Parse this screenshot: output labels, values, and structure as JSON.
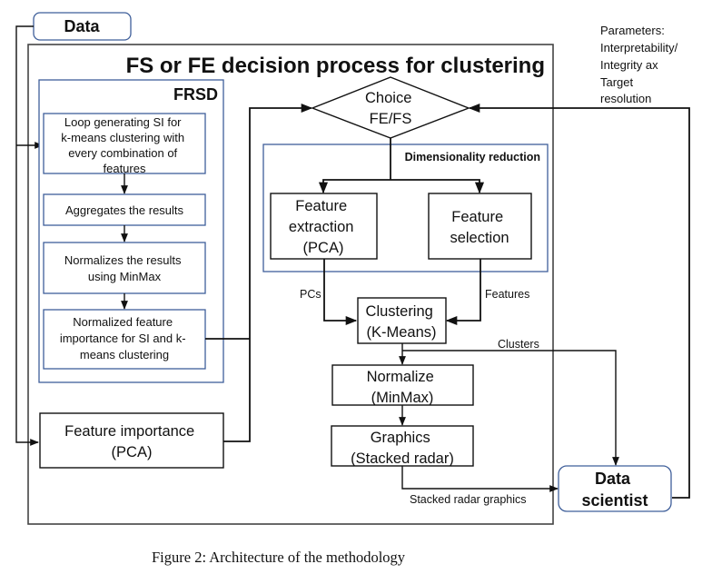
{
  "colors": {
    "line": "#111111",
    "blue_border": "#3f5f9a",
    "outer_border": "#444444",
    "background": "#ffffff"
  },
  "data_node": {
    "label": "Data"
  },
  "process": {
    "title": "FS or FE decision process for clustering"
  },
  "frsd": {
    "title": "FRSD",
    "steps": [
      {
        "lines": [
          "Loop generating SI for",
          "k-means clustering with",
          "every combination of",
          "features"
        ]
      },
      {
        "lines": [
          "Aggregates the results"
        ]
      },
      {
        "lines": [
          "Normalizes the results",
          "using MinMax"
        ]
      },
      {
        "lines": [
          "Normalized feature",
          "importance for SI and k-",
          "means clustering"
        ]
      }
    ]
  },
  "feature_importance": {
    "lines": [
      "Feature importance",
      "(PCA)"
    ]
  },
  "choice": {
    "lines": [
      "Choice",
      "FE/FS"
    ]
  },
  "dim_reduction": {
    "title": "Dimensionality reduction",
    "extraction": {
      "lines": [
        "Feature",
        "extraction",
        "(PCA)"
      ]
    },
    "selection": {
      "lines": [
        "Feature",
        "selection"
      ]
    }
  },
  "edge_labels": {
    "pcs": "PCs",
    "features": "Features",
    "clusters": "Clusters",
    "stacked_radar_graphics": "Stacked radar graphics"
  },
  "clustering": {
    "lines": [
      "Clustering",
      "(K-Means)"
    ]
  },
  "normalize": {
    "lines": [
      "Normalize",
      "(MinMax)"
    ]
  },
  "graphics": {
    "lines": [
      "Graphics",
      "(Stacked radar)"
    ]
  },
  "data_scientist": {
    "lines": [
      "Data",
      "scientist"
    ]
  },
  "parameters": {
    "lines": [
      "Parameters:",
      "Interpretability/",
      "Integrity ax",
      "Target",
      "resolution"
    ]
  },
  "caption": "Figure 2: Architecture of the methodology"
}
